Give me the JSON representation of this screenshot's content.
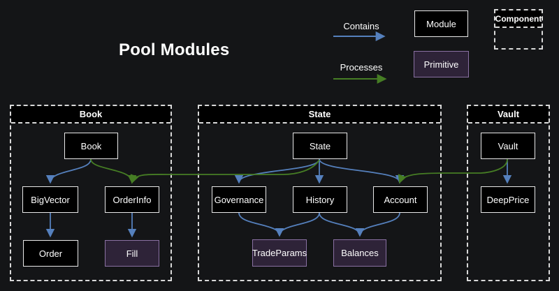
{
  "title": "Pool Modules",
  "legend": {
    "contains": "Contains",
    "processes": "Processes",
    "module": "Module",
    "primitive": "Primitive",
    "component": "Component"
  },
  "diagram": {
    "containers": [
      {
        "label": "Book",
        "nodes": [
          {
            "id": "Book",
            "label": "Book",
            "type": "module"
          },
          {
            "id": "BigVector",
            "label": "BigVector",
            "type": "module"
          },
          {
            "id": "OrderInfo",
            "label": "OrderInfo",
            "type": "module"
          },
          {
            "id": "Order",
            "label": "Order",
            "type": "module"
          },
          {
            "id": "Fill",
            "label": "Fill",
            "type": "primitive"
          }
        ]
      },
      {
        "label": "State",
        "nodes": [
          {
            "id": "State",
            "label": "State",
            "type": "module"
          },
          {
            "id": "Governance",
            "label": "Governance",
            "type": "module"
          },
          {
            "id": "History",
            "label": "History",
            "type": "module"
          },
          {
            "id": "Account",
            "label": "Account",
            "type": "module"
          },
          {
            "id": "TradeParams",
            "label": "TradeParams",
            "type": "primitive"
          },
          {
            "id": "Balances",
            "label": "Balances",
            "type": "primitive"
          }
        ]
      },
      {
        "label": "Vault",
        "nodes": [
          {
            "id": "Vault",
            "label": "Vault",
            "type": "module"
          },
          {
            "id": "DeepPrice",
            "label": "DeepPrice",
            "type": "module"
          }
        ]
      }
    ],
    "edges": {
      "contains": [
        [
          "Book",
          "BigVector"
        ],
        [
          "BigVector",
          "Order"
        ],
        [
          "OrderInfo",
          "Fill"
        ],
        [
          "State",
          "Governance"
        ],
        [
          "State",
          "History"
        ],
        [
          "State",
          "Account"
        ],
        [
          "Governance",
          "TradeParams"
        ],
        [
          "History",
          "TradeParams"
        ],
        [
          "History",
          "Balances"
        ],
        [
          "Account",
          "Balances"
        ],
        [
          "Vault",
          "DeepPrice"
        ]
      ],
      "processes": [
        [
          "Book",
          "OrderInfo"
        ],
        [
          "State",
          "OrderInfo"
        ],
        [
          "Vault",
          "Account"
        ]
      ]
    }
  },
  "theme": {
    "background": "#141517",
    "module_fill": "#000000",
    "module_border": "#e8e8e8",
    "primitive_fill": "#2e2338",
    "primitive_border": "#8a71a3",
    "contains_color": "#5580bd",
    "processes_color": "#467d24",
    "container_border": "#d9d9d9",
    "header_fill": "#000000",
    "text_color": "#ffffff"
  }
}
